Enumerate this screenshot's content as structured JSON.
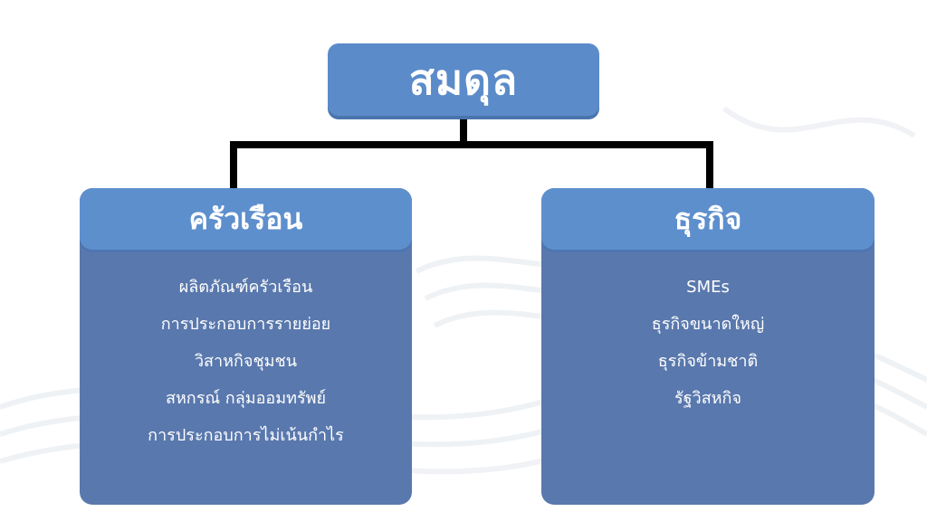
{
  "root": {
    "title": "สมดุล"
  },
  "left": {
    "title": "ครัวเรือน",
    "items": [
      "ผลิตภัณฑ์ครัวเรือน",
      "การประกอบการรายย่อย",
      "วิสาหกิจชุมชน",
      "สหกรณ์ กลุ่มออมทรัพย์",
      "การประกอบการไม่เน้นกำไร"
    ]
  },
  "right": {
    "title": "ธุรกิจ",
    "items": [
      "SMEs",
      "ธุรกิจขนาดใหญ่",
      "ธุรกิจข้ามชาติ",
      "รัฐวิสหกิจ"
    ]
  },
  "colors": {
    "header_blue": "#5e8fcd",
    "card_blue": "#5978ad",
    "connector": "#000000"
  }
}
